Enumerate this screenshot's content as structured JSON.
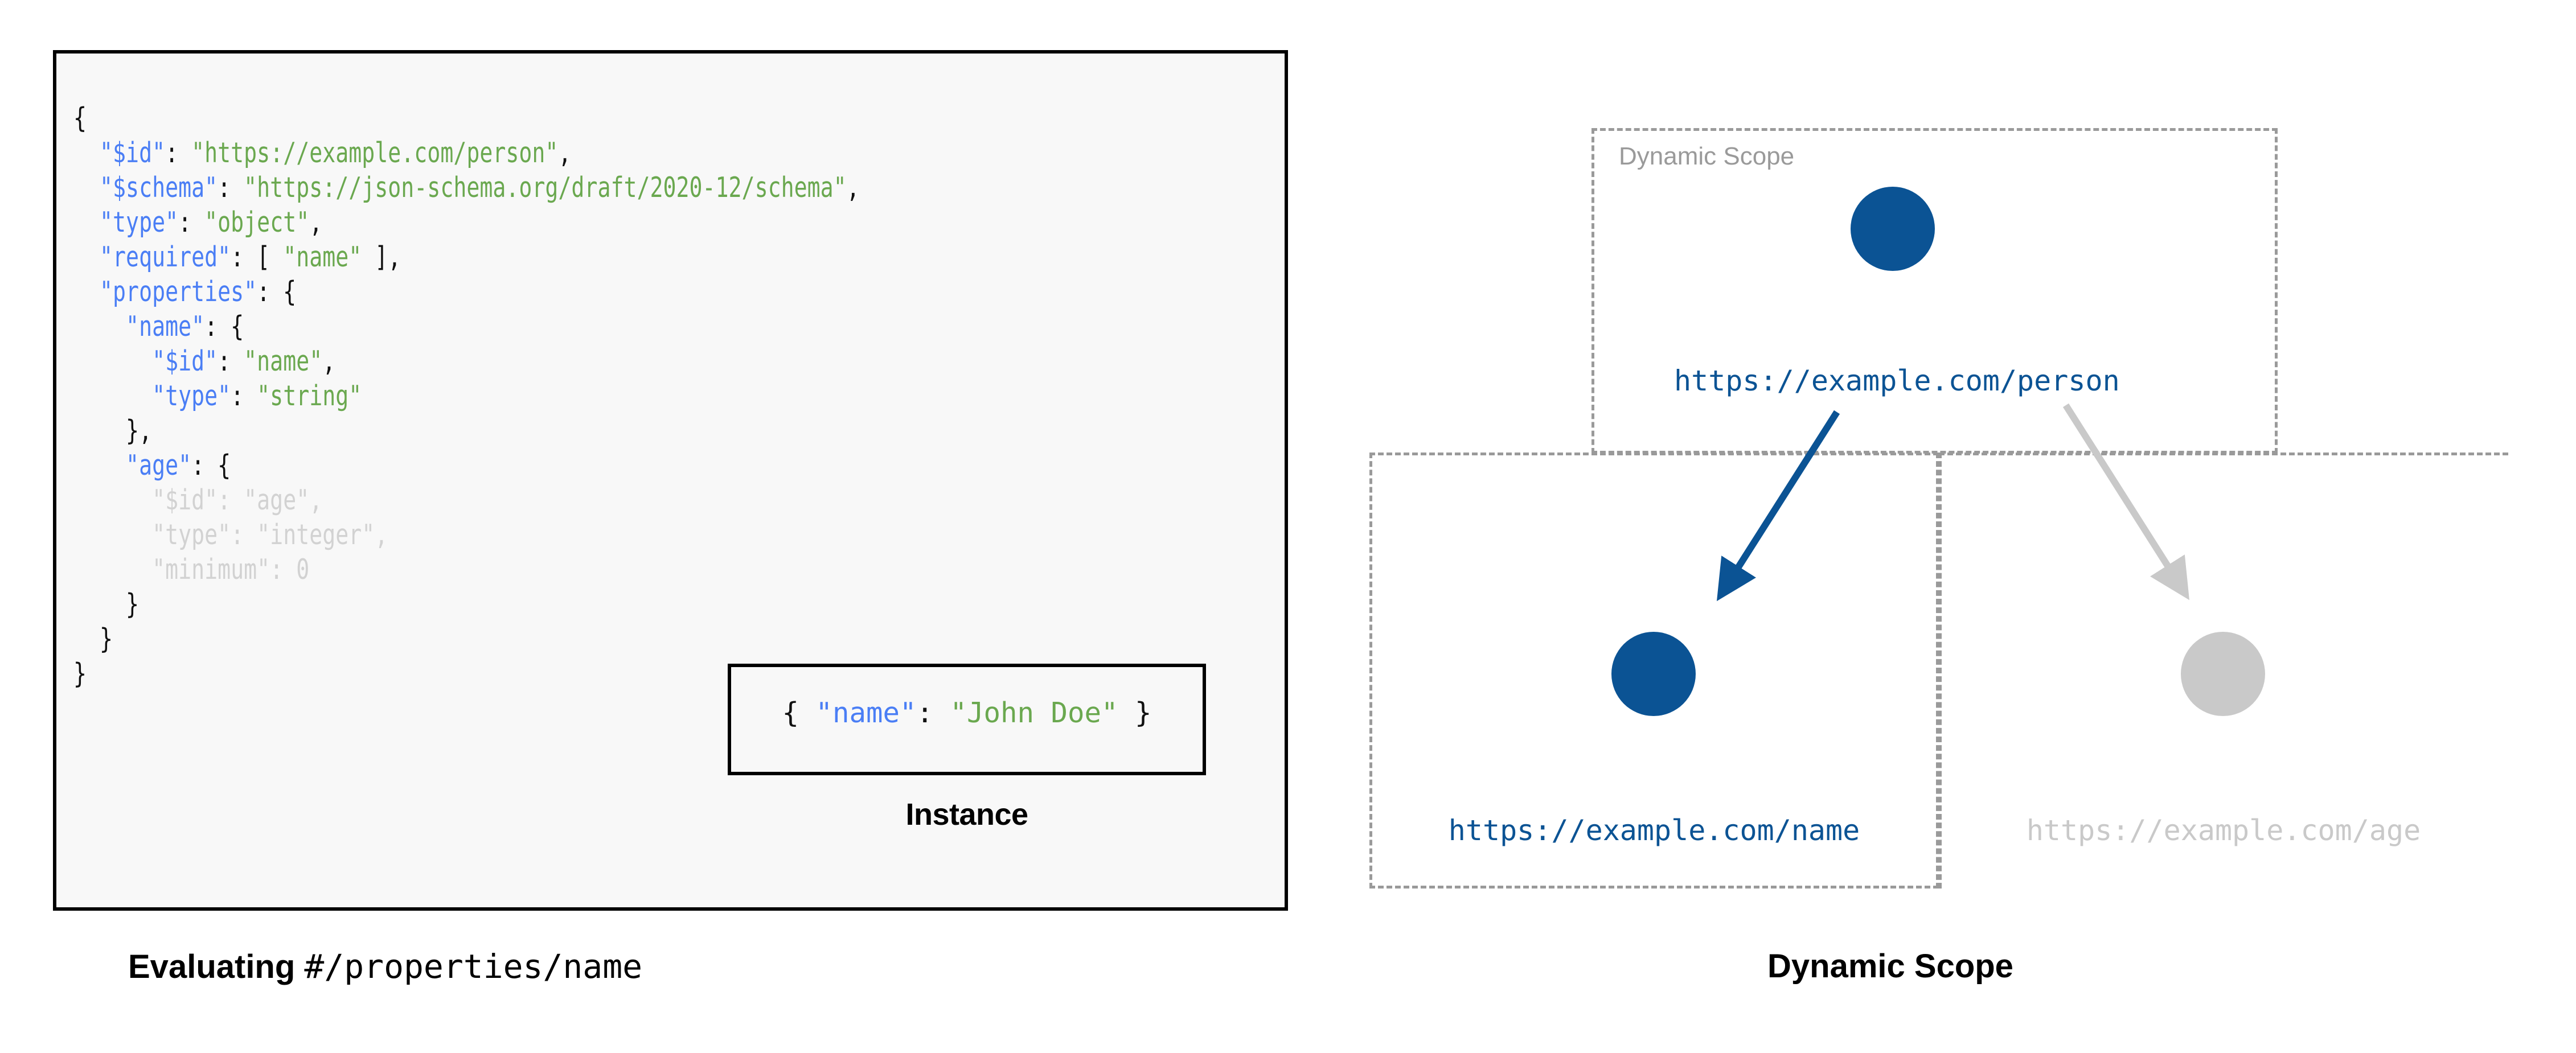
{
  "code_panel": {
    "lines": [
      [
        {
          "t": "{",
          "c": "p"
        }
      ],
      [
        {
          "t": "  ",
          "c": "p"
        },
        {
          "t": "\"$id\"",
          "c": "k"
        },
        {
          "t": ": ",
          "c": "p"
        },
        {
          "t": "\"https://example.com/person\"",
          "c": "s"
        },
        {
          "t": ",",
          "c": "p"
        }
      ],
      [
        {
          "t": "  ",
          "c": "p"
        },
        {
          "t": "\"$schema\"",
          "c": "k"
        },
        {
          "t": ": ",
          "c": "p"
        },
        {
          "t": "\"https://json-schema.org/draft/2020-12/schema\"",
          "c": "s"
        },
        {
          "t": ",",
          "c": "p"
        }
      ],
      [
        {
          "t": "  ",
          "c": "p"
        },
        {
          "t": "\"type\"",
          "c": "k"
        },
        {
          "t": ": ",
          "c": "p"
        },
        {
          "t": "\"object\"",
          "c": "s"
        },
        {
          "t": ",",
          "c": "p"
        }
      ],
      [
        {
          "t": "  ",
          "c": "p"
        },
        {
          "t": "\"required\"",
          "c": "k"
        },
        {
          "t": ": [ ",
          "c": "p"
        },
        {
          "t": "\"name\"",
          "c": "s"
        },
        {
          "t": " ],",
          "c": "p"
        }
      ],
      [
        {
          "t": "  ",
          "c": "p"
        },
        {
          "t": "\"properties\"",
          "c": "k"
        },
        {
          "t": ": {",
          "c": "p"
        }
      ],
      [
        {
          "t": "    ",
          "c": "p"
        },
        {
          "t": "\"name\"",
          "c": "k"
        },
        {
          "t": ": {",
          "c": "p"
        }
      ],
      [
        {
          "t": "      ",
          "c": "p"
        },
        {
          "t": "\"$id\"",
          "c": "k"
        },
        {
          "t": ": ",
          "c": "p"
        },
        {
          "t": "\"name\"",
          "c": "s"
        },
        {
          "t": ",",
          "c": "p"
        }
      ],
      [
        {
          "t": "      ",
          "c": "p"
        },
        {
          "t": "\"type\"",
          "c": "k"
        },
        {
          "t": ": ",
          "c": "p"
        },
        {
          "t": "\"string\"",
          "c": "s"
        }
      ],
      [
        {
          "t": "    },",
          "c": "p"
        }
      ],
      [
        {
          "t": "    ",
          "c": "p"
        },
        {
          "t": "\"age\"",
          "c": "k"
        },
        {
          "t": ": {",
          "c": "p"
        }
      ],
      [
        {
          "t": "      ",
          "c": "p"
        },
        {
          "t": "\"$id\"",
          "c": "dim"
        },
        {
          "t": ": ",
          "c": "dim"
        },
        {
          "t": "\"age\"",
          "c": "dim"
        },
        {
          "t": ",",
          "c": "dim"
        }
      ],
      [
        {
          "t": "      ",
          "c": "p"
        },
        {
          "t": "\"type\"",
          "c": "dim"
        },
        {
          "t": ": ",
          "c": "dim"
        },
        {
          "t": "\"integer\"",
          "c": "dim"
        },
        {
          "t": ",",
          "c": "dim"
        }
      ],
      [
        {
          "t": "      ",
          "c": "p"
        },
        {
          "t": "\"minimum\"",
          "c": "dim"
        },
        {
          "t": ": ",
          "c": "dim"
        },
        {
          "t": "0",
          "c": "dim"
        }
      ],
      [
        {
          "t": "    }",
          "c": "p"
        }
      ],
      [
        {
          "t": "  }",
          "c": "p"
        }
      ],
      [
        {
          "t": "}",
          "c": "p"
        }
      ]
    ]
  },
  "instance": {
    "code_segments": [
      {
        "t": "{ ",
        "c": "p"
      },
      {
        "t": "\"name\"",
        "c": "k"
      },
      {
        "t": ": ",
        "c": "p"
      },
      {
        "t": "\"John Doe\"",
        "c": "s"
      },
      {
        "t": " }",
        "c": "p"
      }
    ],
    "caption": "Instance"
  },
  "captions": {
    "left_bold": "Evaluating",
    "left_mono": "#/properties/name",
    "right": "Dynamic Scope"
  },
  "diagram": {
    "scope_label": "Dynamic Scope",
    "nodes": [
      {
        "id": "person",
        "label": "https://example.com/person",
        "color": "#0b5394",
        "active": true
      },
      {
        "id": "name",
        "label": "https://example.com/name",
        "color": "#0b5394",
        "active": true
      },
      {
        "id": "age",
        "label": "https://example.com/age",
        "color": "#c9c9c9",
        "active": false
      }
    ],
    "edges": [
      {
        "from": "person",
        "to": "name",
        "color": "#0b5394"
      },
      {
        "from": "person",
        "to": "age",
        "color": "#c9c9c9"
      }
    ]
  },
  "colors": {
    "key": "#4a7ef5",
    "string": "#6aa84f",
    "punct": "#111111",
    "dimmed": "#d2d2d2",
    "accent_blue": "#0b5394",
    "inactive_grey": "#c9c9c9",
    "dash_grey": "#9a9a9a",
    "panel_bg": "#f8f8f8",
    "panel_border": "#000000"
  }
}
